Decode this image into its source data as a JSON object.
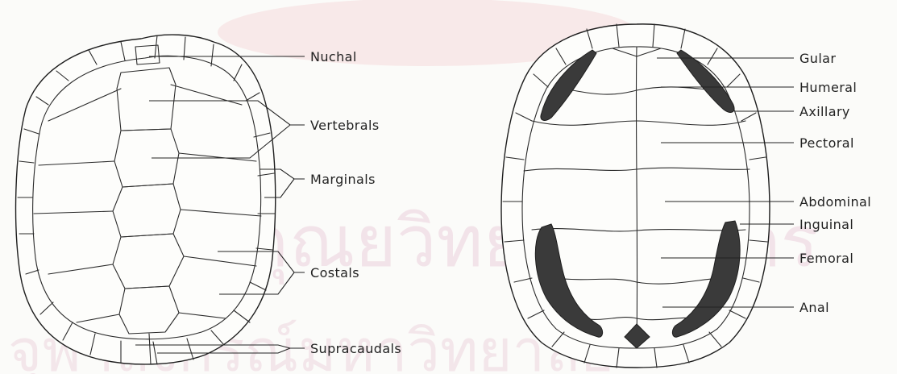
{
  "carapace_labels": {
    "nuchal": "Nuchal",
    "vertebrals": "Vertebrals",
    "marginals": "Marginals",
    "costals": "Costals",
    "supracaudals": "Supracaudals"
  },
  "plastron_labels": {
    "gular": "Gular",
    "humeral": "Humeral",
    "axillary": "Axillary",
    "pectoral": "Pectoral",
    "abdominal": "Abdominal",
    "inguinal": "Inguinal",
    "femoral": "Femoral",
    "anal": "Anal"
  },
  "watermark": {
    "top_line": "คุณยวิทยทรัพยากร",
    "bottom_line": "จุฬาลงกรณ์มหาวิทยาลัย"
  }
}
